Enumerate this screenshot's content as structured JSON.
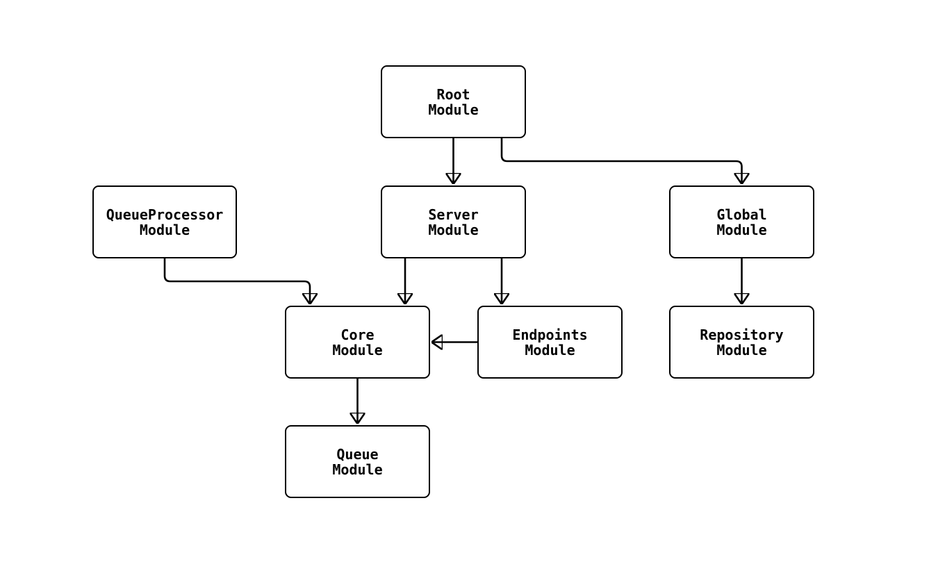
{
  "diagram": {
    "type": "module-dependency-diagram",
    "background_color": "#ffffff",
    "node_fill_color": "#ffffff",
    "node_border_color": "#000000",
    "edge_color": "#000000",
    "nodes": [
      {
        "id": "root",
        "line1": "Root",
        "line2": "Module"
      },
      {
        "id": "server",
        "line1": "Server",
        "line2": "Module"
      },
      {
        "id": "global",
        "line1": "Global",
        "line2": "Module"
      },
      {
        "id": "queueprocessor",
        "line1": "QueueProcessor",
        "line2": "Module"
      },
      {
        "id": "core",
        "line1": "Core",
        "line2": "Module"
      },
      {
        "id": "endpoints",
        "line1": "Endpoints",
        "line2": "Module"
      },
      {
        "id": "repository",
        "line1": "Repository",
        "line2": "Module"
      },
      {
        "id": "queue",
        "line1": "Queue",
        "line2": "Module"
      }
    ],
    "edges": [
      {
        "from": "Root Module",
        "to": "Server Module"
      },
      {
        "from": "Root Module",
        "to": "Global Module"
      },
      {
        "from": "QueueProcessor Module",
        "to": "Core Module"
      },
      {
        "from": "Server Module",
        "to": "Core Module"
      },
      {
        "from": "Server Module",
        "to": "Endpoints Module"
      },
      {
        "from": "Endpoints Module",
        "to": "Core Module"
      },
      {
        "from": "Global Module",
        "to": "Repository Module"
      },
      {
        "from": "Core Module",
        "to": "Queue Module"
      }
    ]
  }
}
